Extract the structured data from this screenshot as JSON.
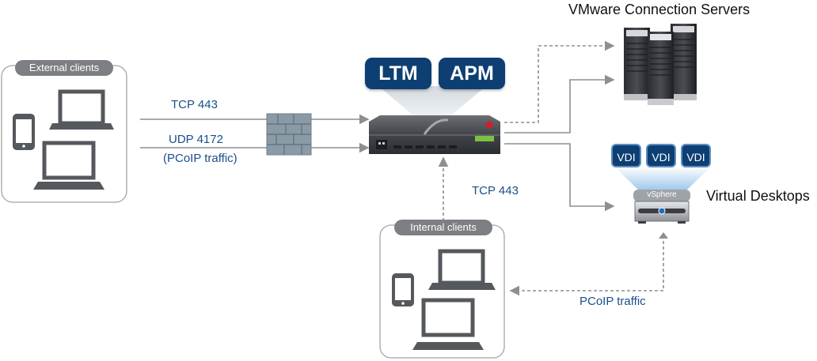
{
  "external_group": {
    "label": "External clients"
  },
  "internal_group": {
    "label": "Internal clients"
  },
  "links": {
    "tcp_443_external": "TCP 443",
    "udp_4172": "UDP 4172",
    "pcoip_paren": "(PCoIP traffic)",
    "tcp_443_internal": "TCP 443",
    "pcoip_traffic": "PCoIP traffic"
  },
  "modules": {
    "ltm": "LTM",
    "apm": "APM"
  },
  "servers": {
    "label": "VMware Connection Servers"
  },
  "desktops": {
    "label": "Virtual Desktops",
    "host_label": "vSphere",
    "vdi": [
      "VDI",
      "VDI",
      "VDI"
    ]
  },
  "icons": [
    "external-laptop-icon",
    "external-desktop-icon",
    "external-phone-icon",
    "internal-laptop-icon",
    "internal-desktop-icon",
    "internal-phone-icon",
    "firewall-icon",
    "big-ip-appliance-icon",
    "server-rack-icon",
    "vsphere-host-icon"
  ],
  "colors": {
    "brand_blue": "#0d3f73",
    "label_blue": "#1a4f8a",
    "line_gray": "#8c8f93",
    "tag_gray": "#7c7f83",
    "appliance_red": "#d01f2b",
    "appliance_green": "#7bc143"
  }
}
